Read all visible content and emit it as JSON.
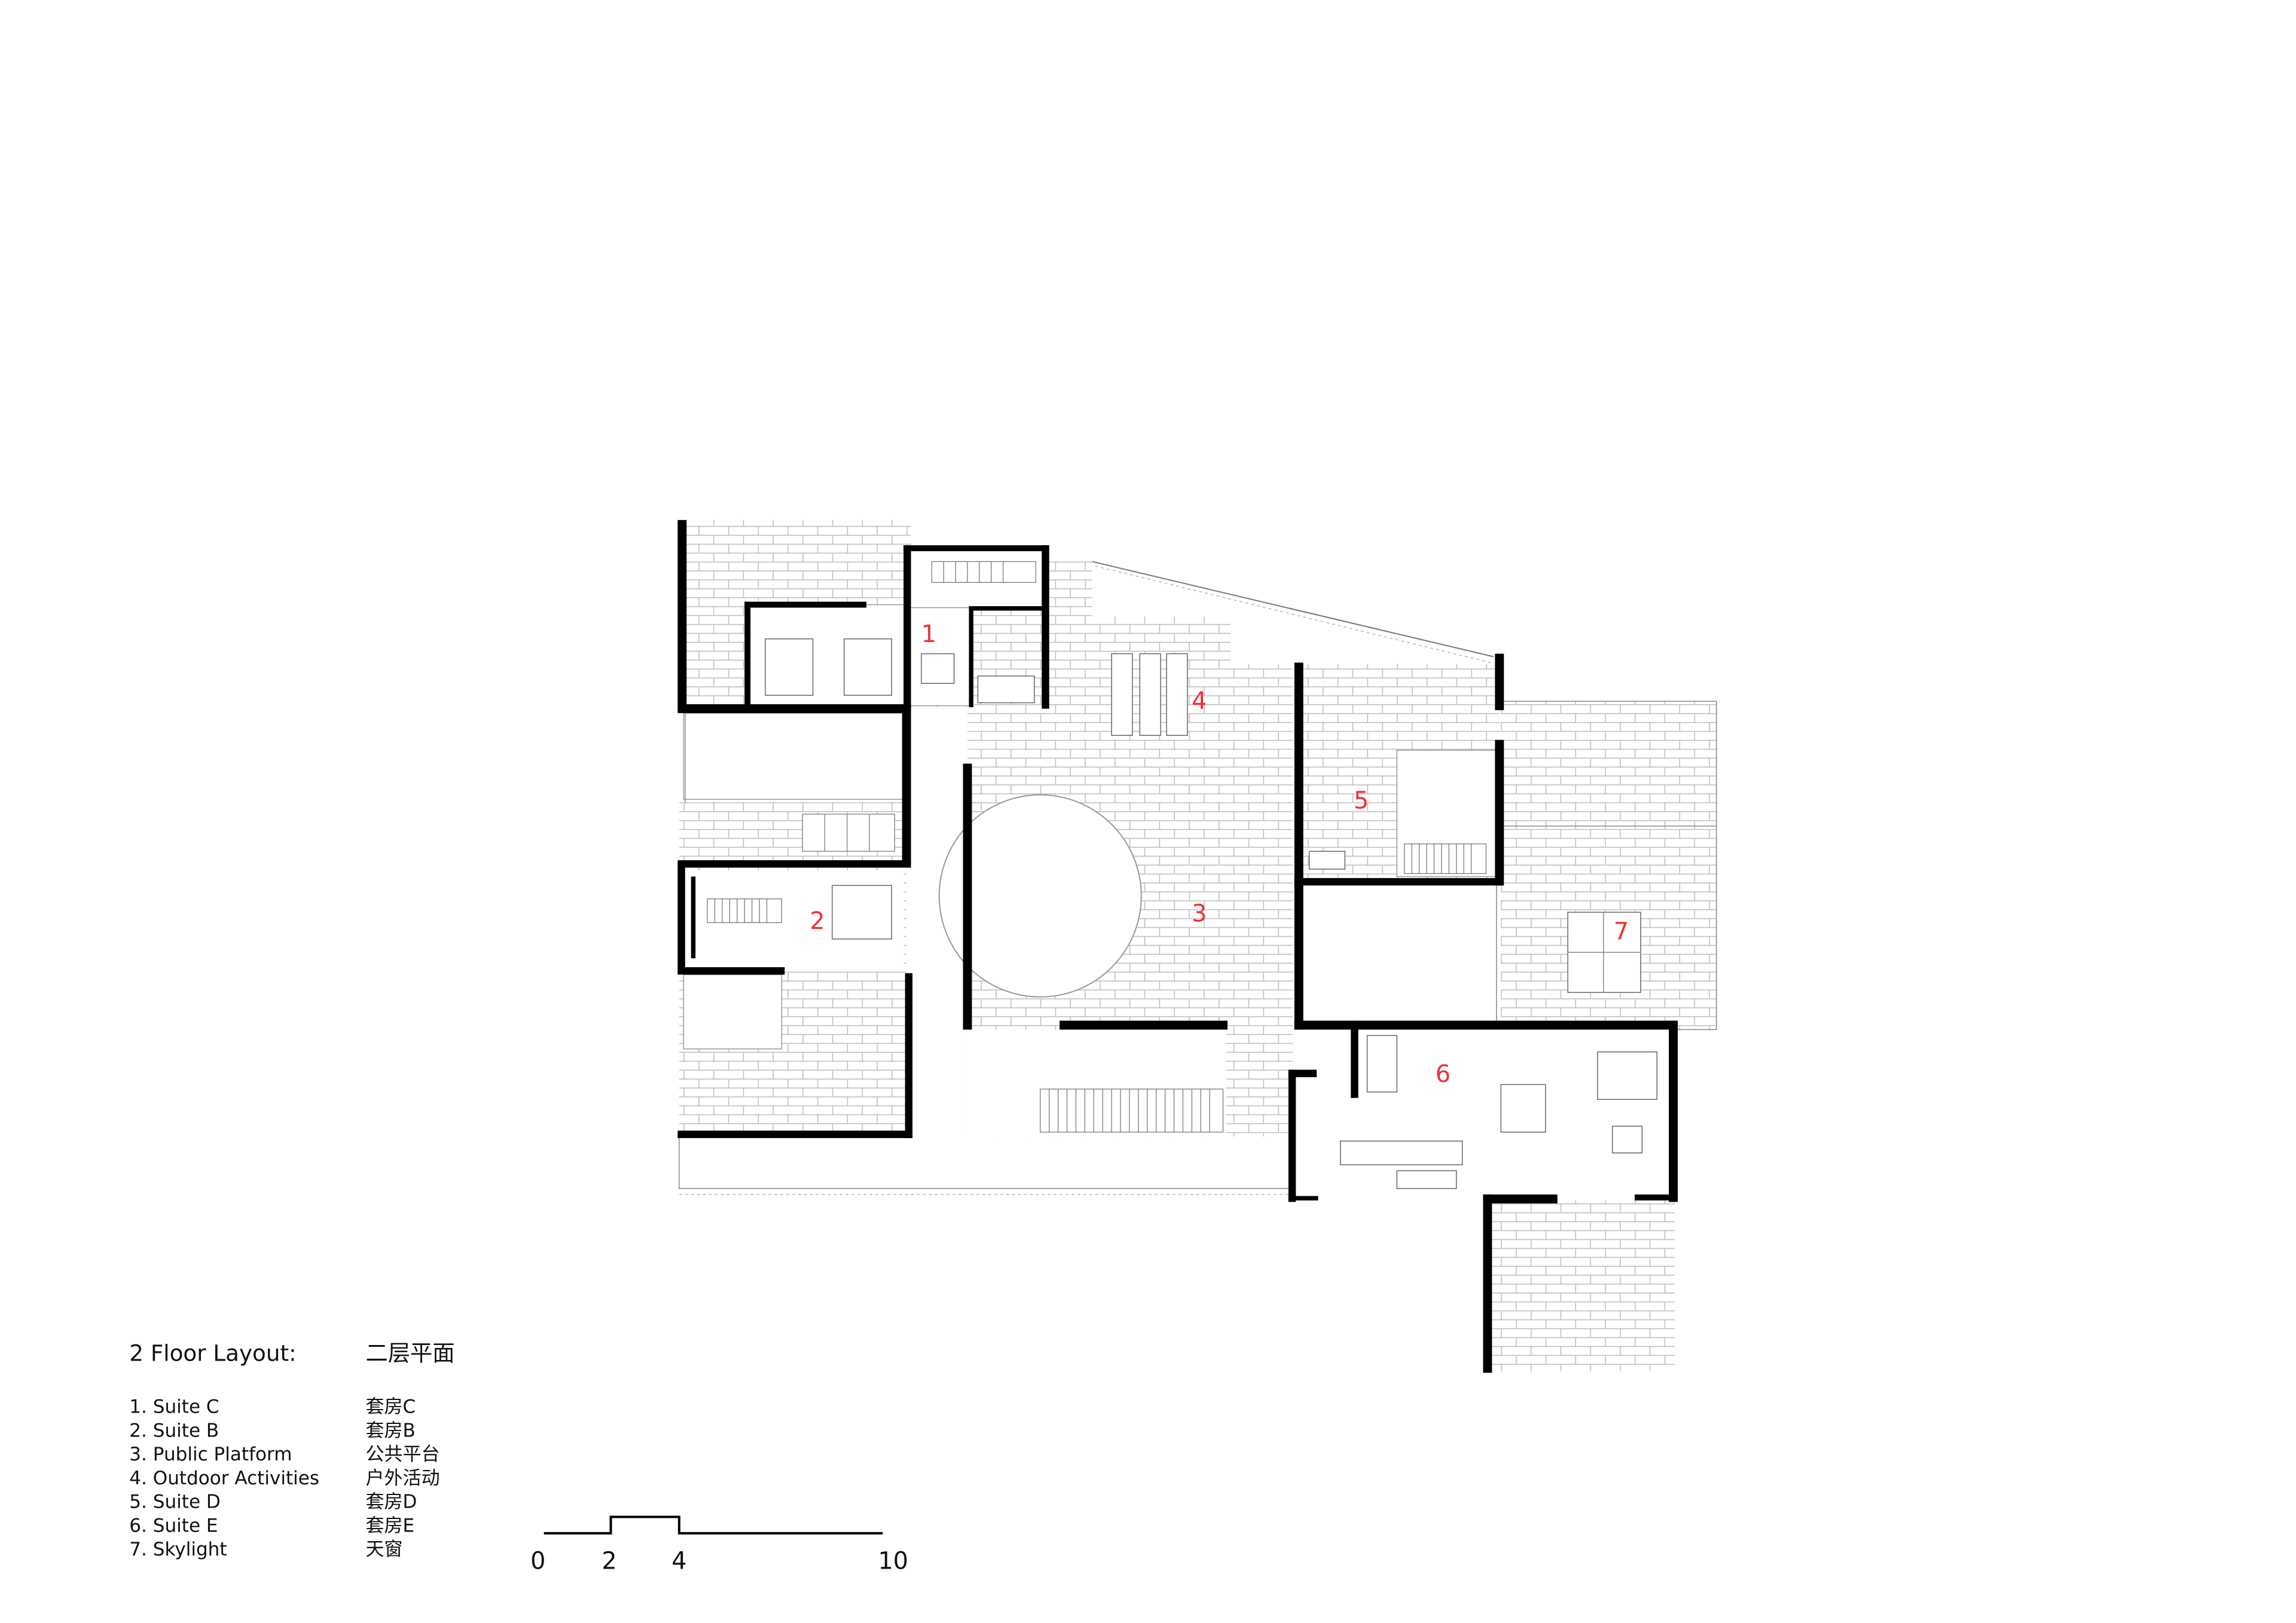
{
  "legend": {
    "title_en": "2 Floor Layout:",
    "title_zh": "二层平面",
    "items": [
      {
        "en": "1. Suite C",
        "zh": "套房C"
      },
      {
        "en": "2. Suite B",
        "zh": "套房B"
      },
      {
        "en": "3. Public Platform",
        "zh": "公共平台"
      },
      {
        "en": "4. Outdoor Activities",
        "zh": "户外活动"
      },
      {
        "en": "5. Suite D",
        "zh": "套房D"
      },
      {
        "en": "6. Suite E",
        "zh": "套房E"
      },
      {
        "en": "7. Skylight",
        "zh": "天窗"
      }
    ]
  },
  "room_numbers": [
    "1",
    "2",
    "3",
    "4",
    "5",
    "6",
    "7"
  ],
  "scale_bar": {
    "ticks": [
      "0",
      "2",
      "4",
      "10"
    ]
  },
  "colors": {
    "walls": "#000000",
    "room_numbers": "#e8343a",
    "pavement": "#bbbbbb"
  }
}
